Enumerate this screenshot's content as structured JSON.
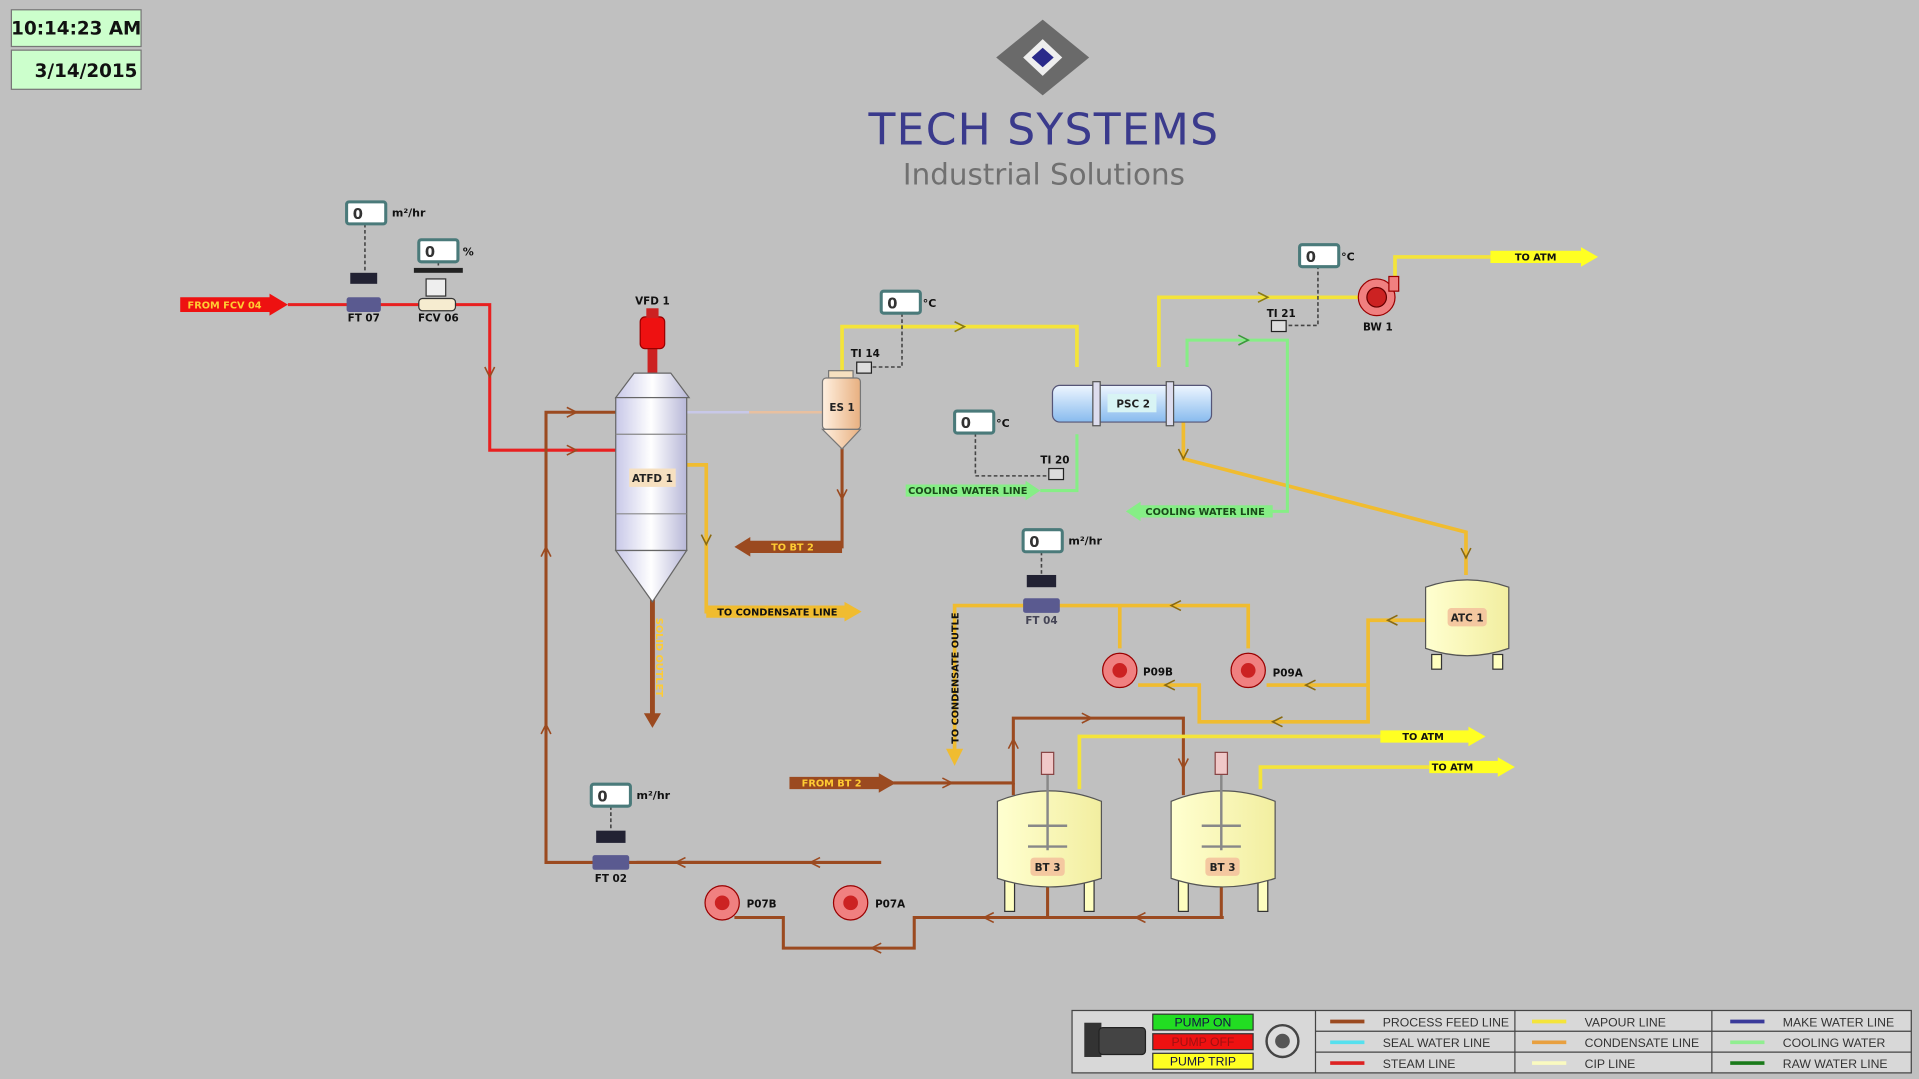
{
  "clock": {
    "time": "10:14:23 AM",
    "date": "3/14/2015"
  },
  "logo": {
    "title": "TECH SYSTEMS",
    "subtitle": "Industrial Solutions"
  },
  "colors": {
    "background": "#c0c0c0",
    "process_feed": "#9b4a20",
    "vapour": "#f4e43a",
    "condensate": "#f0bc30",
    "steam": "#e82020",
    "cooling_water": "#86ee86",
    "indicator_border": "#4a7a7a"
  },
  "indicators": {
    "ft07": {
      "value": "0",
      "unit": "m2/hr"
    },
    "fcv06": {
      "value": "0",
      "unit": "%"
    },
    "ti14": {
      "value": "0",
      "unit": "°C"
    },
    "ti20": {
      "value": "0",
      "unit": "°C"
    },
    "ti21": {
      "value": "0",
      "unit": "°C"
    },
    "ft04": {
      "value": "0",
      "unit": "m2/hr"
    },
    "ft02": {
      "value": "0",
      "unit": "m2/hr"
    }
  },
  "equipment": {
    "ft07": "FT 07",
    "fcv06": "FCV 06",
    "vfd1": "VFD 1",
    "atfd1": "ATFD 1",
    "es1": "ES 1",
    "ti14": "TI 14",
    "psc2": "PSC 2",
    "ti20": "TI 20",
    "ti21": "TI 21",
    "bw1": "BW 1",
    "atc1": "ATC 1",
    "ft04": "FT 04",
    "p09b": "P09B",
    "p09a": "P09A",
    "bt3a": "BT 3",
    "bt3b": "BT 3",
    "ft02": "FT 02",
    "p07b": "P07B",
    "p07a": "P07A"
  },
  "flow_labels": {
    "from_fcv04": "FROM FCV 04",
    "to_bt2": "TO BT 2",
    "to_condensate_line": "TO CONDENSATE LINE",
    "solid_outlet": "SOLID OUTLET",
    "cooling_in": "COOLING WATER LINE",
    "cooling_out": "COOLING WATER LINE",
    "to_atm_bw1": "TO ATM",
    "to_condensate_outlet": "TO CONDENSATE OUTLE",
    "from_bt2": "FROM BT 2",
    "to_atm_1": "TO ATM",
    "to_atm_2": "TO ATM"
  },
  "legend": {
    "pump_states": [
      {
        "label": "PUMP ON",
        "color": "#22dd22"
      },
      {
        "label": "PUMP OFF",
        "color": "#ee1111"
      },
      {
        "label": "PUMP TRIP",
        "color": "#ffff22"
      }
    ],
    "lines": [
      {
        "label": "PROCESS FEED LINE",
        "color": "#9b4a20"
      },
      {
        "label": "SEAL WATER LINE",
        "color": "#55e0ee"
      },
      {
        "label": "STEAM LINE",
        "color": "#dd2222"
      },
      {
        "label": "VAPOUR LINE",
        "color": "#f4e43a"
      },
      {
        "label": "CONDENSATE LINE",
        "color": "#e8a040"
      },
      {
        "label": "CIP LINE",
        "color": "#fafac0"
      },
      {
        "label": "MAKE WATER LINE",
        "color": "#3a3a9a"
      },
      {
        "label": "COOLING WATER",
        "color": "#90ee90"
      },
      {
        "label": "RAW WATER LINE",
        "color": "#1a7a1a"
      }
    ]
  }
}
